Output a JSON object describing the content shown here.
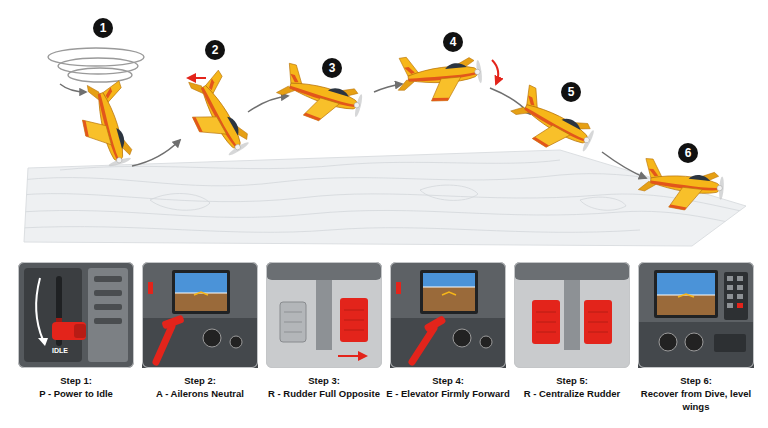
{
  "diagram": {
    "nodes": [
      {
        "text": [
          "1"
        ]
      },
      {
        "text": [
          "2"
        ]
      },
      {
        "text": [
          "3"
        ]
      },
      {
        "text": [
          "4"
        ]
      },
      {
        "text": [
          "5"
        ]
      },
      {
        "text": [
          "6"
        ]
      },
      {
        "text": [
          "Step 1:",
          "P - Power to Idle"
        ]
      },
      {
        "text": [
          "Step 2:",
          "A - Ailerons Neutral"
        ]
      },
      {
        "text": [
          "Step 3:",
          "R - Rudder Full Opposite"
        ]
      },
      {
        "text": [
          "Step 4:",
          "E - Elevator Firmly Forward"
        ]
      },
      {
        "text": [
          "Step 5:",
          "R - Centralize Rudder"
        ]
      },
      {
        "text": [
          "Step 6:",
          "Recover from Dive, level wings"
        ]
      }
    ],
    "labels": [
      "IDLE"
    ]
  }
}
